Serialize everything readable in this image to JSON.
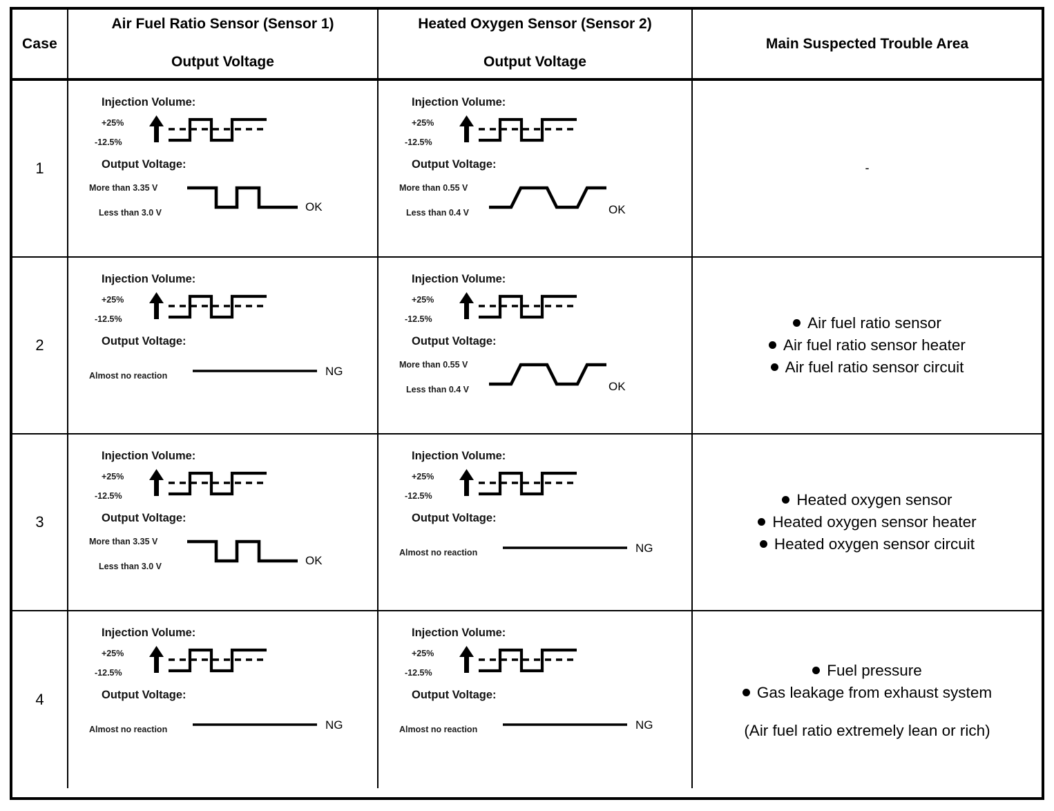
{
  "table": {
    "headers": {
      "case": "Case",
      "af_sensor_line1": "Air Fuel Ratio Sensor (Sensor 1)",
      "af_sensor_line2": "Output Voltage",
      "o2_sensor_line1": "Heated Oxygen Sensor (Sensor 2)",
      "o2_sensor_line2": "Output Voltage",
      "trouble_area": "Main Suspected Trouble Area"
    },
    "labels": {
      "injection_volume": "Injection Volume:",
      "output_voltage": "Output Voltage:",
      "inj_high": "+25%",
      "inj_low": "-12.5%",
      "af_high": "More than 3.35 V",
      "af_low": "Less than 3.0 V",
      "o2_high": "More than 0.55 V",
      "o2_low": "Less than 0.4 V",
      "no_reaction": "Almost no reaction",
      "ok": "OK",
      "ng": "NG"
    },
    "rows": [
      {
        "case": "1",
        "af": {
          "injection": true,
          "output_type": "square",
          "verdict": "OK",
          "high_label": "More than 3.35 V",
          "low_label": "Less than 3.0 V"
        },
        "o2": {
          "injection": true,
          "output_type": "trapezoid",
          "verdict": "OK",
          "high_label": "More than 0.55 V",
          "low_label": "Less than 0.4 V"
        },
        "area": {
          "kind": "dash",
          "dash": "-",
          "items": [],
          "note": ""
        }
      },
      {
        "case": "2",
        "af": {
          "injection": true,
          "output_type": "flat",
          "verdict": "NG",
          "high_label": "",
          "low_label": "Almost no reaction"
        },
        "o2": {
          "injection": true,
          "output_type": "trapezoid",
          "verdict": "OK",
          "high_label": "More than 0.55 V",
          "low_label": "Less than 0.4 V"
        },
        "area": {
          "kind": "bullets",
          "dash": "",
          "items": [
            "Air fuel ratio sensor",
            "Air fuel ratio sensor heater",
            "Air fuel ratio sensor circuit"
          ],
          "note": ""
        }
      },
      {
        "case": "3",
        "af": {
          "injection": true,
          "output_type": "square",
          "verdict": "OK",
          "high_label": "More than 3.35 V",
          "low_label": "Less than 3.0 V"
        },
        "o2": {
          "injection": true,
          "output_type": "flat",
          "verdict": "NG",
          "high_label": "",
          "low_label": "Almost no reaction"
        },
        "area": {
          "kind": "bullets",
          "dash": "",
          "items": [
            "Heated oxygen sensor",
            "Heated oxygen sensor heater",
            "Heated oxygen sensor circuit"
          ],
          "note": ""
        }
      },
      {
        "case": "4",
        "af": {
          "injection": true,
          "output_type": "flat",
          "verdict": "NG",
          "high_label": "",
          "low_label": "Almost no reaction"
        },
        "o2": {
          "injection": true,
          "output_type": "flat",
          "verdict": "NG",
          "high_label": "",
          "low_label": "Almost no reaction"
        },
        "area": {
          "kind": "bullets",
          "dash": "",
          "items": [
            "Fuel pressure",
            "Gas leakage from exhaust system"
          ],
          "note": "(Air fuel ratio extremely lean or rich)"
        }
      }
    ]
  },
  "colors": {
    "line": "#000000",
    "background": "#ffffff",
    "text": "#000000"
  }
}
